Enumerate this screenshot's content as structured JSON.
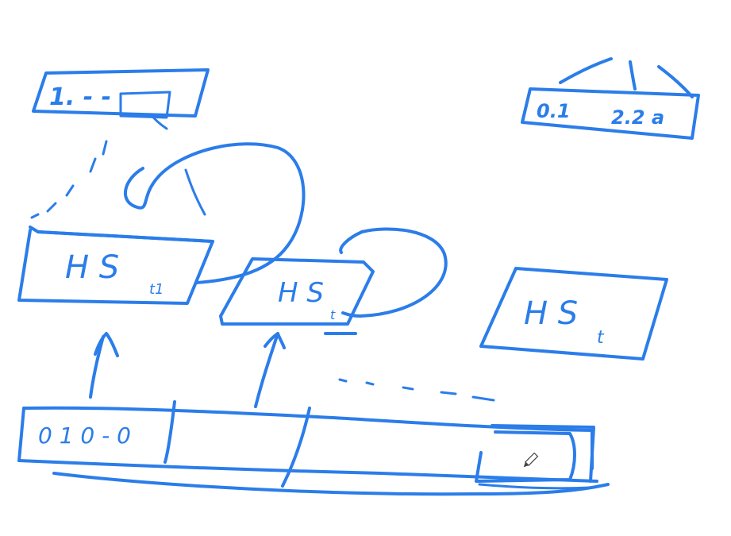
{
  "ink_color": "#2b7de9",
  "cursor_icon": "pencil-cursor-icon",
  "boxes": {
    "top_left_label": "1. - -",
    "top_right_label_a": "0.1",
    "top_right_label_b": "2.2 a",
    "hs_left": "H S",
    "hs_left_sub": "t1",
    "hs_middle": "H S",
    "hs_middle_sub": "t",
    "hs_right": "H S",
    "hs_right_sub": "t",
    "bottom_first_cell": "0 1 0 - 0"
  }
}
